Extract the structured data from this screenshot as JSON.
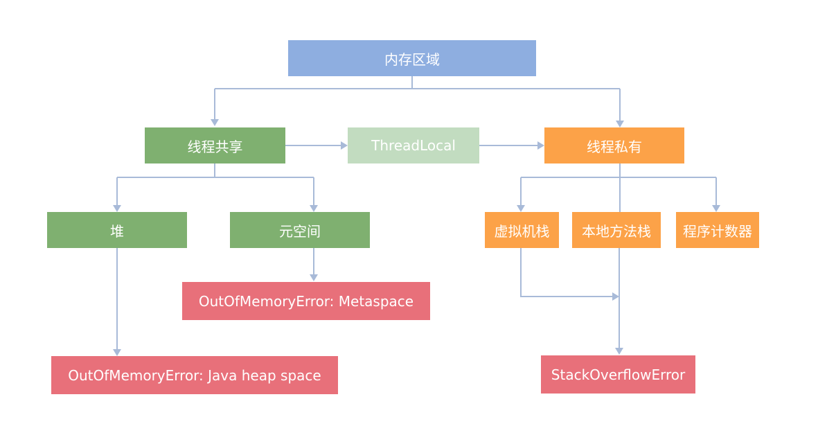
{
  "colors": {
    "root": "#8eaee0",
    "shared": "#7fb070",
    "threadlocal": "#c2dcc0",
    "private": "#fca248",
    "error": "#e8707a",
    "edge": "#a8bad8"
  },
  "nodes": {
    "root": "内存区域",
    "shared": "线程共享",
    "threadlocal": "ThreadLocal",
    "private": "线程私有",
    "heap": "堆",
    "metaspace": "元空间",
    "vm_stack": "虚拟机栈",
    "native_stack": "本地方法栈",
    "pc_register": "程序计数器",
    "meta_error": "OutOfMemoryError: Metaspace",
    "heap_error": "OutOfMemoryError: Java heap space",
    "stack_error": "StackOverflowError"
  }
}
